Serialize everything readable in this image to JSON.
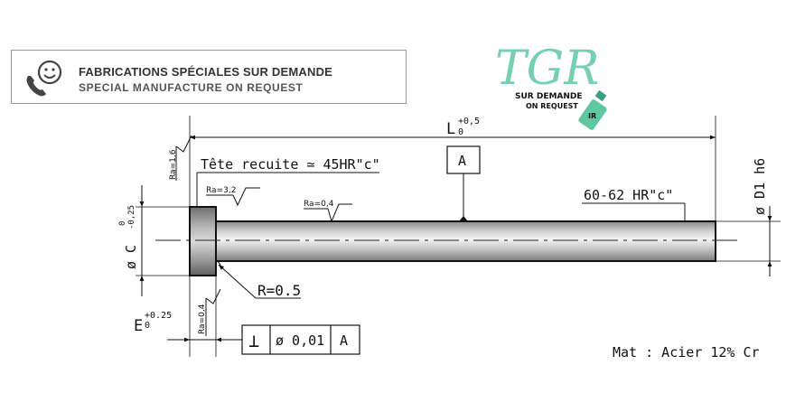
{
  "banner": {
    "title_fr": "FABRICATIONS SPÉCIALES SUR DEMANDE",
    "title_en": "SPECIAL MANUFACTURE ON REQUEST",
    "icon": "phone-smile-icon"
  },
  "logo": {
    "text": "TGR",
    "line1": "SUR DEMANDE",
    "line2": "ON REQUEST",
    "badge": "IR",
    "color": "#5fc8a0"
  },
  "dims": {
    "length_symbol": "L",
    "length_upper": "+0,5",
    "length_lower": "0",
    "diameter_symbol": "ø D1 h6",
    "head_diameter_symbol": "ø C",
    "head_upper": "0",
    "head_lower": "-0,25",
    "head_thickness_symbol": "E",
    "head_thickness_upper": "+0.25",
    "head_thickness_lower": "0",
    "radius": "R=0.5"
  },
  "notes": {
    "head_hardness": "Tête recuite ≃ 45HR\"c\"",
    "body_hardness": "60-62 HR\"c\"",
    "material": "Mat : Acier 12% Cr"
  },
  "roughness": {
    "ra_top": "Ra=1,6",
    "ra_head": "Ra=3,2",
    "ra_shaft": "Ra=0,4",
    "ra_face": "Ra=0,4"
  },
  "datum": {
    "label": "A"
  },
  "tolerance_frame": {
    "symbol": "⊥",
    "value": "ø 0,01",
    "datum": "A"
  }
}
